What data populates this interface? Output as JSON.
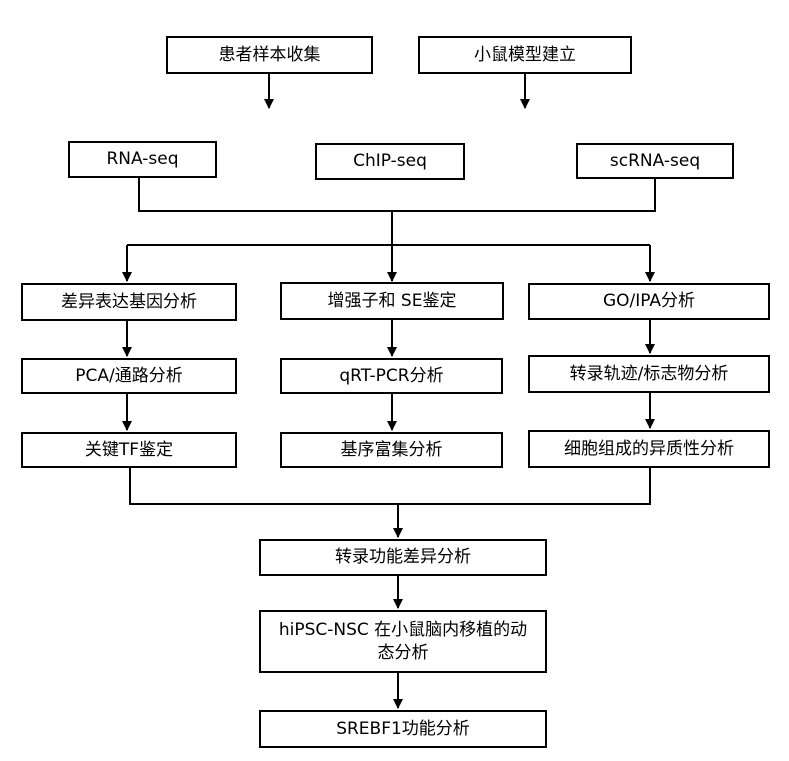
{
  "flowchart": {
    "nodes": {
      "patient_samples": "患者样本收集",
      "mouse_model": "小鼠模型建立",
      "rna_seq": "RNA-seq",
      "chip_seq": "ChIP-seq",
      "scrna_seq": "scRNA-seq",
      "deg_analysis": "差异表达基因分析",
      "enhancer_se": "增强子和 SE鉴定",
      "go_ipa": "GO/IPA分析",
      "pca_pathway": "PCA/通路分析",
      "qrt_pcr": "qRT-PCR分析",
      "trajectory_marker": "转录轨迹/标志物分析",
      "key_tf": "关键TF鉴定",
      "motif_enrichment": "基序富集分析",
      "cell_heterogeneity": "细胞组成的异质性分析",
      "transcription_function": "转录功能差异分析",
      "hipsc_transplant": "hiPSC-NSC 在小鼠脑内移植的动态分析",
      "srebf1_function": "SREBF1功能分析"
    }
  }
}
